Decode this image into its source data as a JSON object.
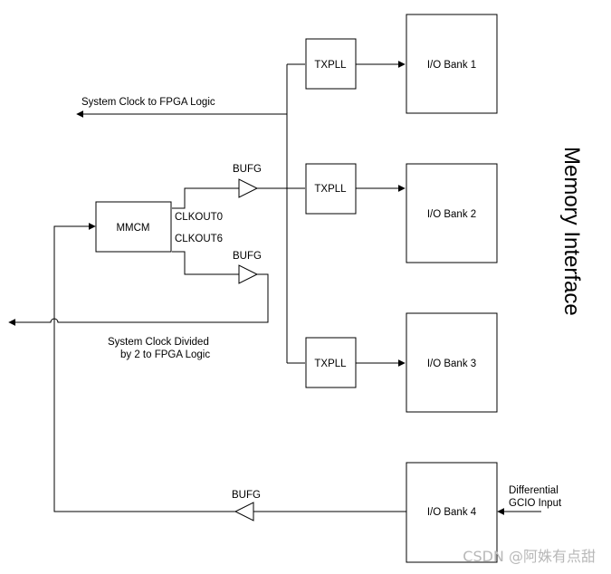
{
  "blocks": {
    "mmcm": "MMCM",
    "txpll": "TXPLL",
    "bank1": "I/O Bank 1",
    "bank2": "I/O Bank 2",
    "bank3": "I/O Bank 3",
    "bank4": "I/O Bank 4"
  },
  "buffers": {
    "bufg": "BUFG"
  },
  "ports": {
    "clkout0": "CLKOUT0",
    "clkout6": "CLKOUT6"
  },
  "signals": {
    "sys_clock": "System Clock to FPGA Logic",
    "sys_clock_div_line1": "System Clock Divided",
    "sys_clock_div_line2": "by 2 to FPGA Logic",
    "gcio_line1": "Differential",
    "gcio_line2": "GCIO Input"
  },
  "side_label": "Memory Interface",
  "watermark": "CSDN @阿姝有点甜"
}
